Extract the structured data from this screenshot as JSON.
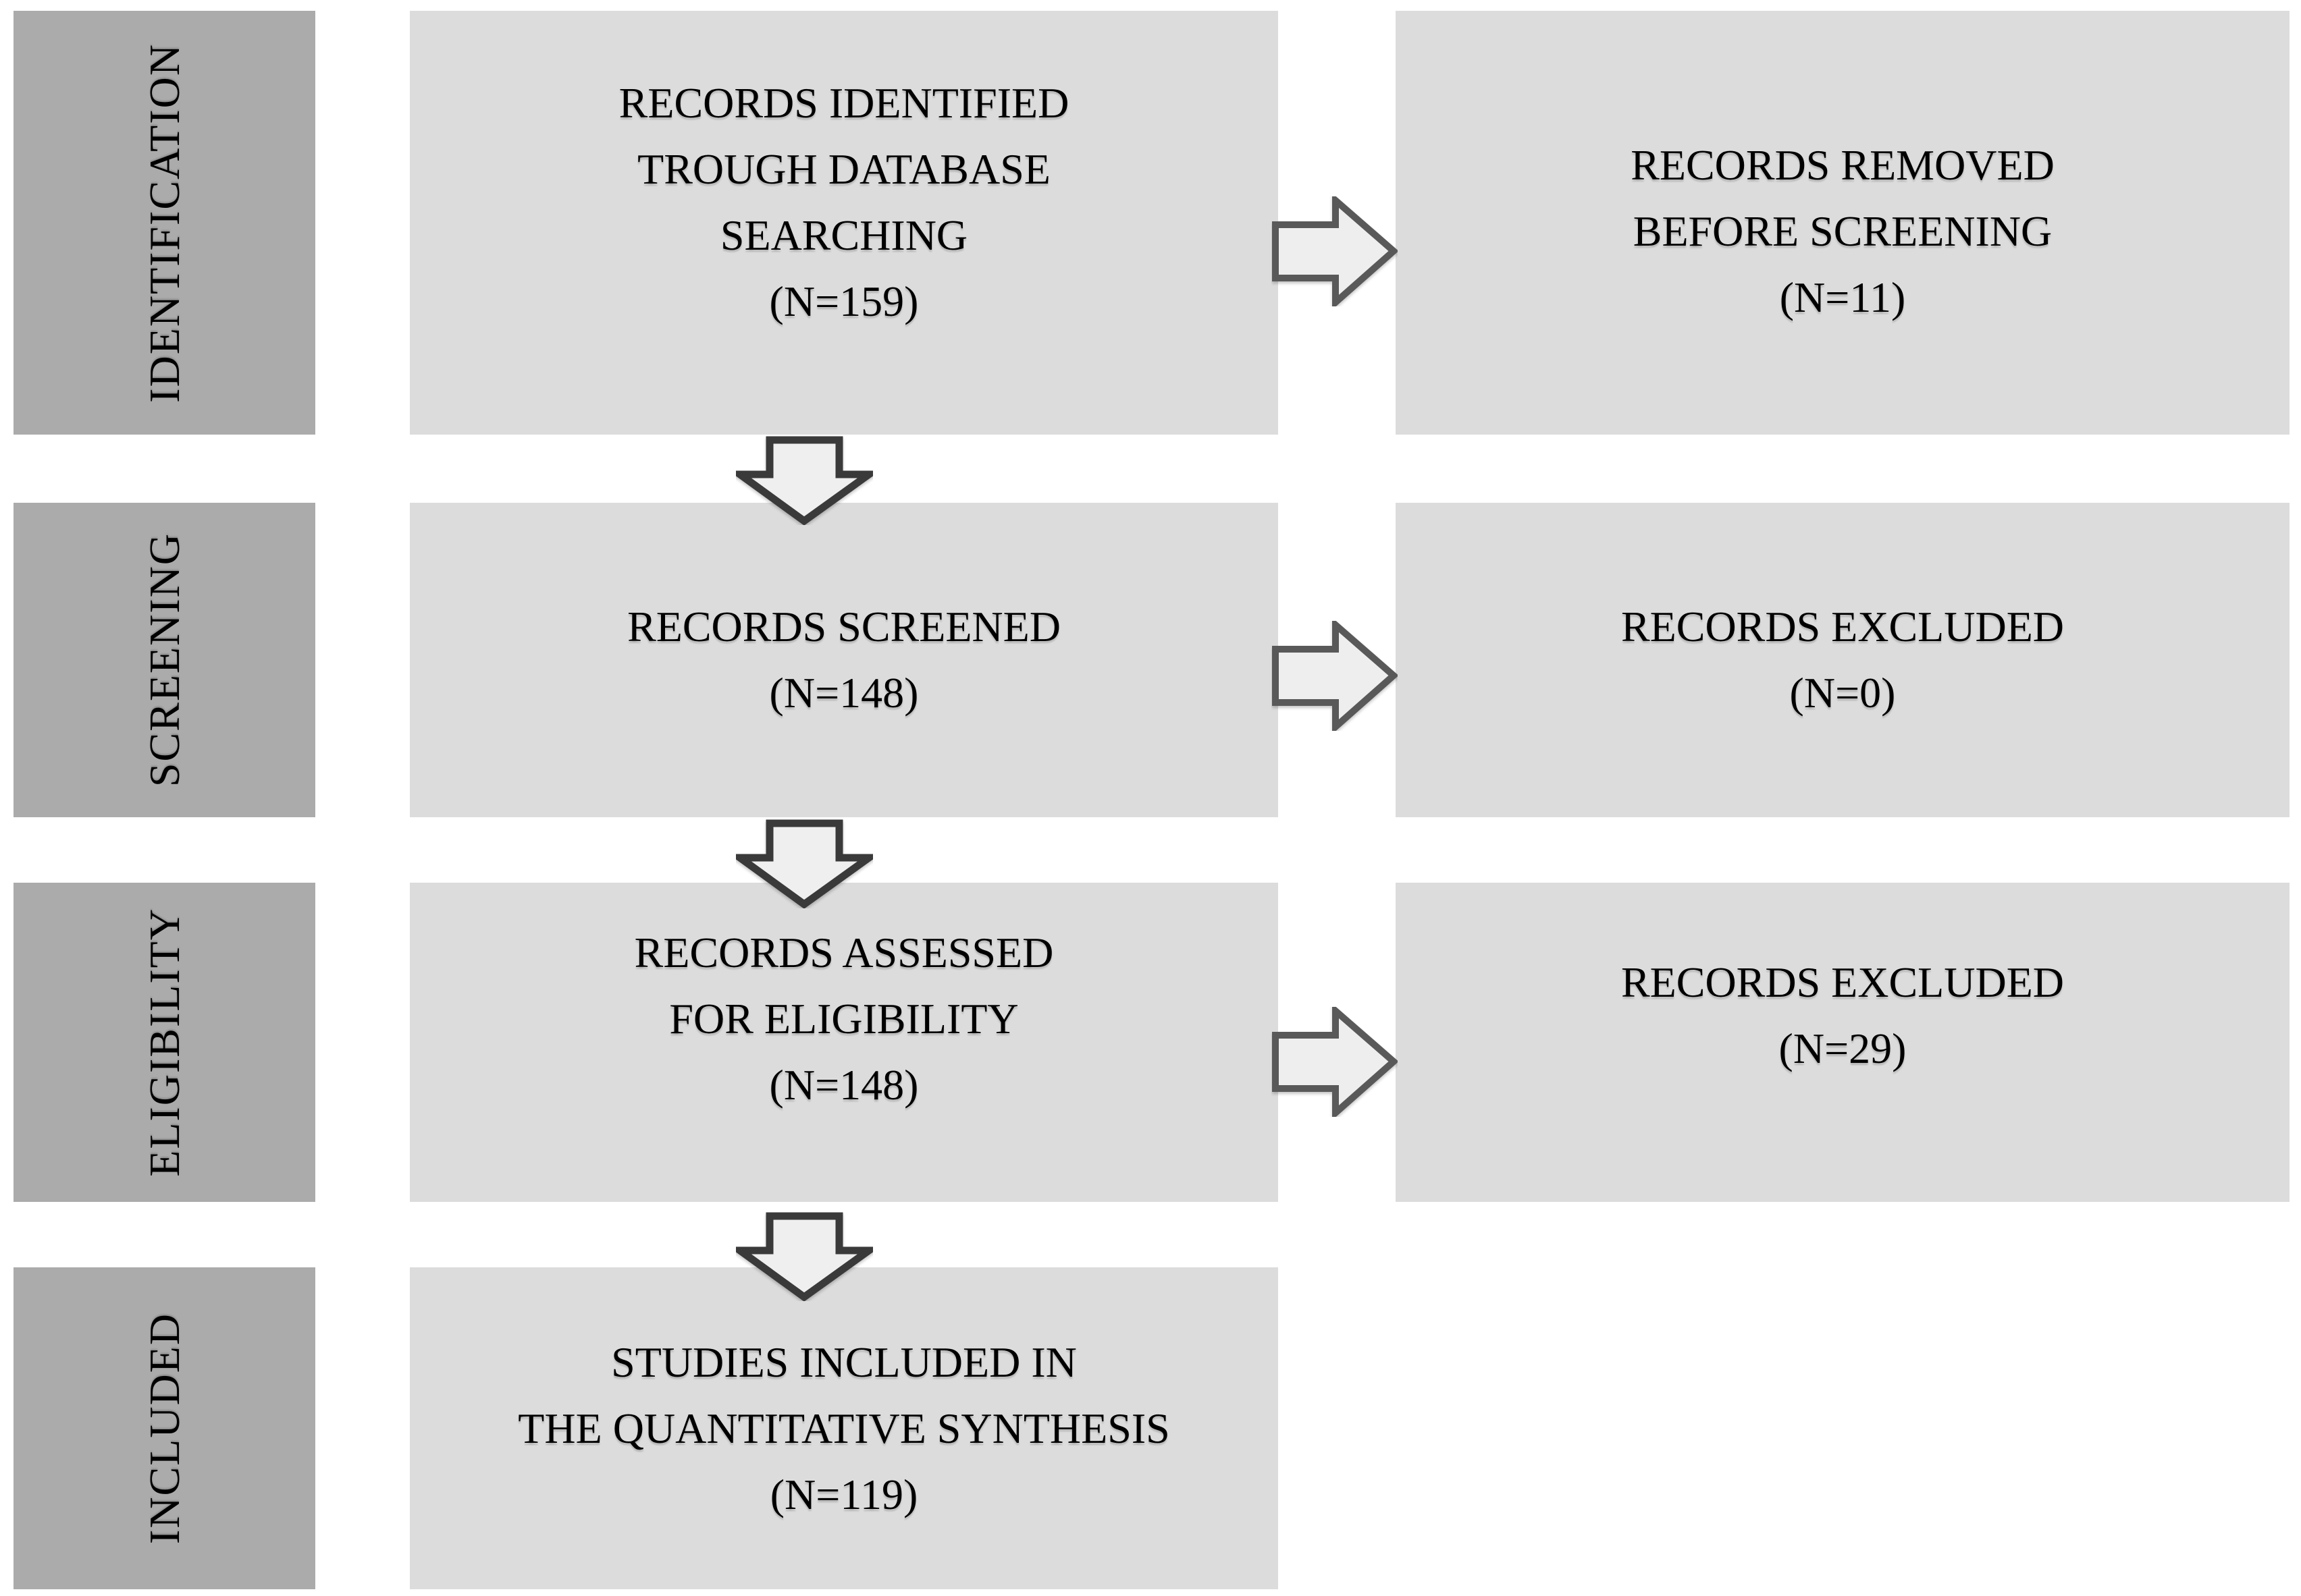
{
  "colors": {
    "background": "#ffffff",
    "stage_box": "#ababab",
    "record_box": "#dcdcdc",
    "arrow_fill": "#efefef",
    "down_arrow_outline": "#3a3a3a",
    "right_arrow_outline": "#595959",
    "text": "#000000"
  },
  "rows": [
    {
      "stage": "IDENTIFICATION",
      "main": {
        "text": "RECORDS IDENTIFIED\nTROUGH DATABASE\nSEARCHING\n(N=159)",
        "n": 159
      },
      "side": {
        "text": "RECORDS REMOVED\nBEFORE SCREENING\n(N=11)",
        "n": 11
      }
    },
    {
      "stage": "SCREENING",
      "main": {
        "text": "RECORDS SCREENED\n(N=148)",
        "n": 148
      },
      "side": {
        "text": "RECORDS EXCLUDED\n(N=0)",
        "n": 0
      }
    },
    {
      "stage": "ELIGIBILITY",
      "main": {
        "text": "RECORDS ASSESSED\nFOR ELIGIBILITY\n(N=148)",
        "n": 148
      },
      "side": {
        "text": "RECORDS EXCLUDED\n(N=29)",
        "n": 29
      }
    },
    {
      "stage": "INCLUDED",
      "main": {
        "text": "STUDIES INCLUDED IN\nTHE QUANTITATIVE SYNTHESIS\n(N=119)",
        "n": 119
      },
      "side": null
    }
  ]
}
